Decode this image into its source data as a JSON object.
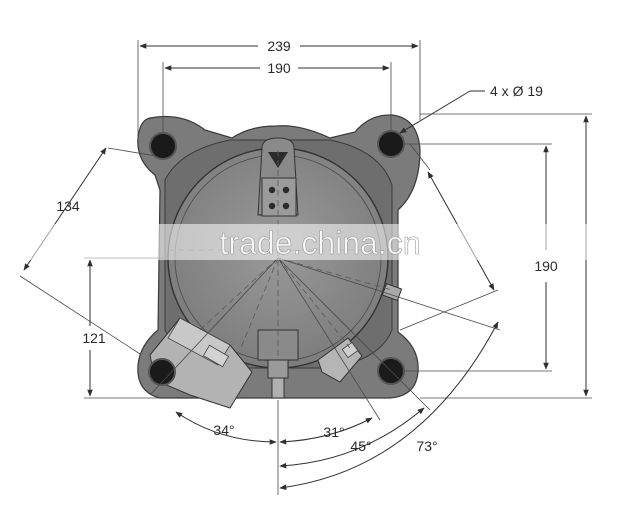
{
  "drawing": {
    "dimensions": {
      "overall_width": "239",
      "bolt_spacing_width": "190",
      "holes": "4 x Ø 19",
      "height_right": "190",
      "diagonal_left": "134",
      "height_left": "121"
    },
    "angles": {
      "a34": "34°",
      "a31": "31°",
      "a45": "45°",
      "a73": "73°"
    }
  },
  "watermark": {
    "text": "trade.china.cn"
  },
  "colors": {
    "body": "#7d7d7d",
    "body_dark": "#5e5e5e",
    "face": "#8c8c8c",
    "hole": "#1a1a1a",
    "line": "#2f2f2f"
  }
}
